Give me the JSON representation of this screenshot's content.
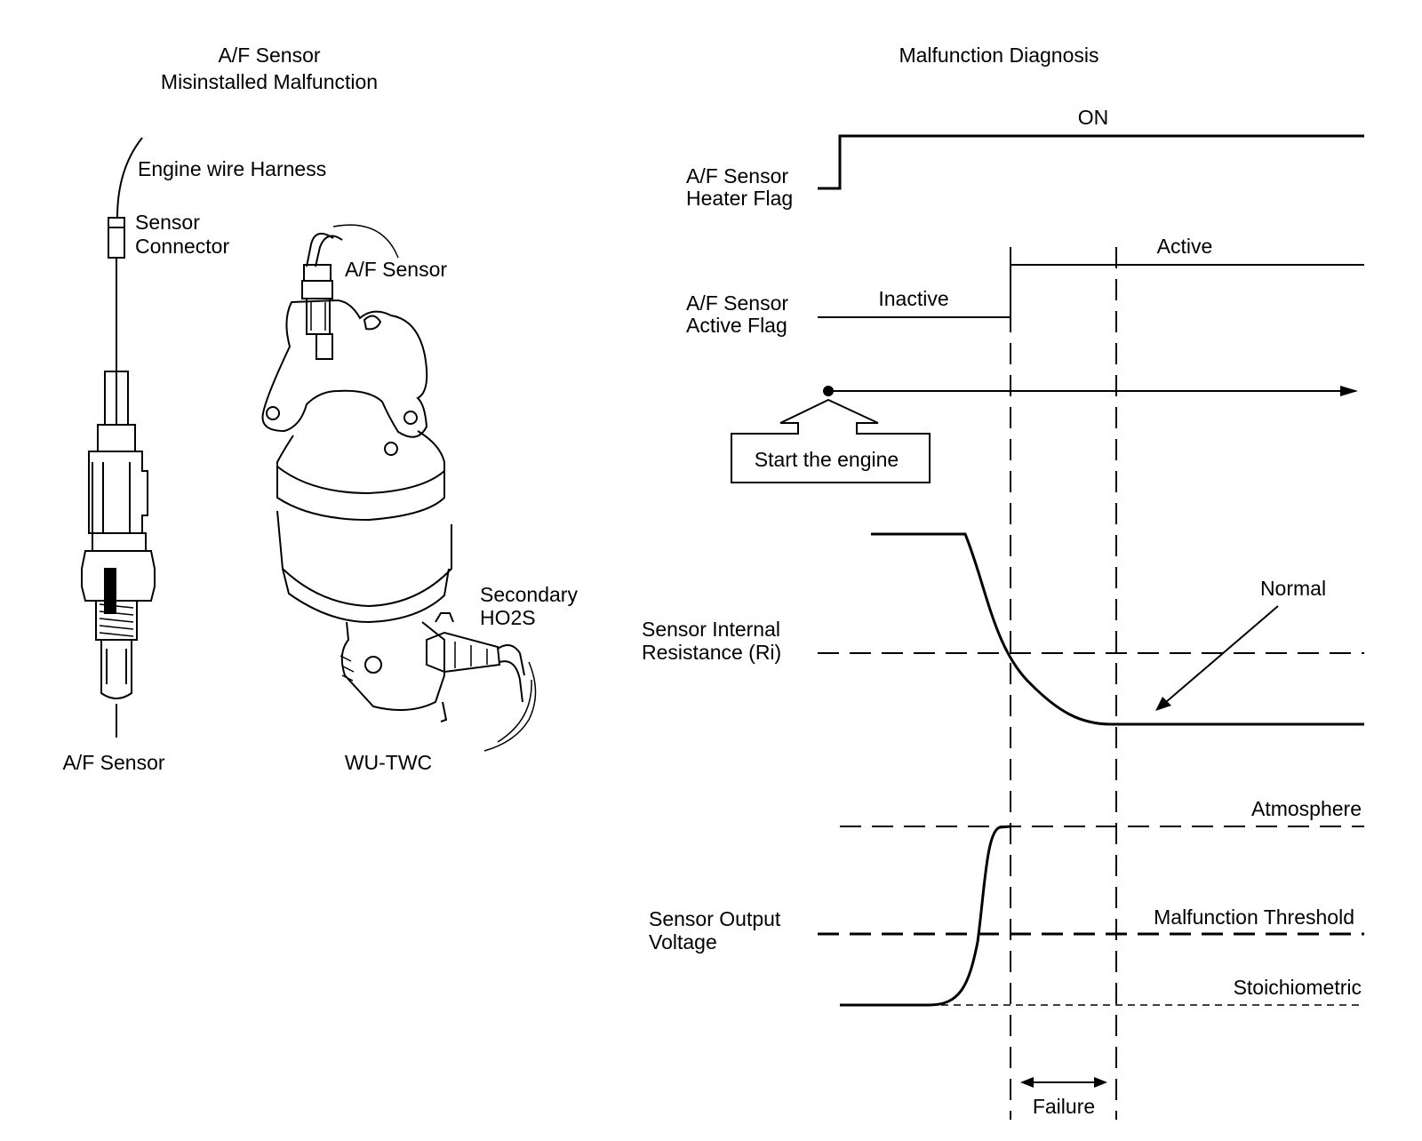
{
  "left_panel": {
    "title_line1": "A/F Sensor",
    "title_line2": "Misinstalled Malfunction",
    "engine_wire_harness": "Engine wire Harness",
    "sensor_connector_line1": "Sensor",
    "sensor_connector_line2": "Connector",
    "af_sensor_mounted": "A/F Sensor",
    "secondary_ho2s_line1": "Secondary",
    "secondary_ho2s_line2": "HO2S",
    "af_sensor_caption": "A/F Sensor",
    "wu_twc_caption": "WU-TWC"
  },
  "right_panel": {
    "title": "Malfunction Diagnosis",
    "heater_flag": {
      "label_line1": "A/F Sensor",
      "label_line2": "Heater Flag",
      "state_on": "ON"
    },
    "active_flag": {
      "label_line1": "A/F Sensor",
      "label_line2": "Active Flag",
      "state_inactive": "Inactive",
      "state_active": "Active"
    },
    "start_engine": "Start the engine",
    "internal_resistance": {
      "label_line1": "Sensor Internal",
      "label_line2": "Resistance (Ri)",
      "normal": "Normal"
    },
    "output_voltage": {
      "label_line1": "Sensor Output",
      "label_line2": "Voltage",
      "atmosphere": "Atmosphere",
      "malfunction_threshold": "Malfunction Threshold",
      "stoichiometric": "Stoichiometric"
    },
    "failure": "Failure"
  }
}
